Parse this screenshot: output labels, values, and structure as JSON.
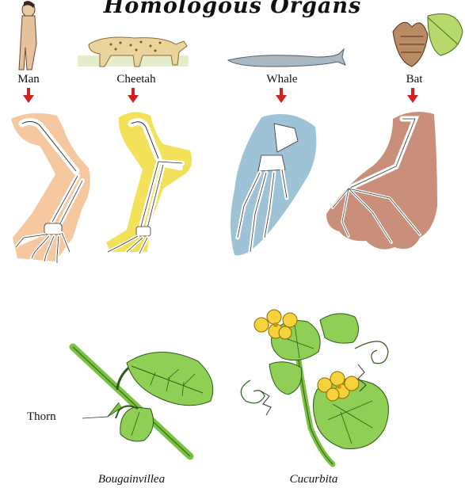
{
  "title": "Homologous Organs",
  "animals": [
    {
      "label": "Man",
      "color": "#f6c8a0"
    },
    {
      "label": "Cheetah",
      "color": "#f4e15a"
    },
    {
      "label": "Whale",
      "color": "#9ec3d6"
    },
    {
      "label": "Bat",
      "color": "#c98f7a"
    }
  ],
  "plants": [
    {
      "label": "Bougainvillea"
    },
    {
      "label": "Cucurbita"
    }
  ],
  "thorn_label": "Thorn",
  "arrow_color": "#d21f1f",
  "leaf_color": "#7cc242",
  "flower_color": "#f7d23b"
}
